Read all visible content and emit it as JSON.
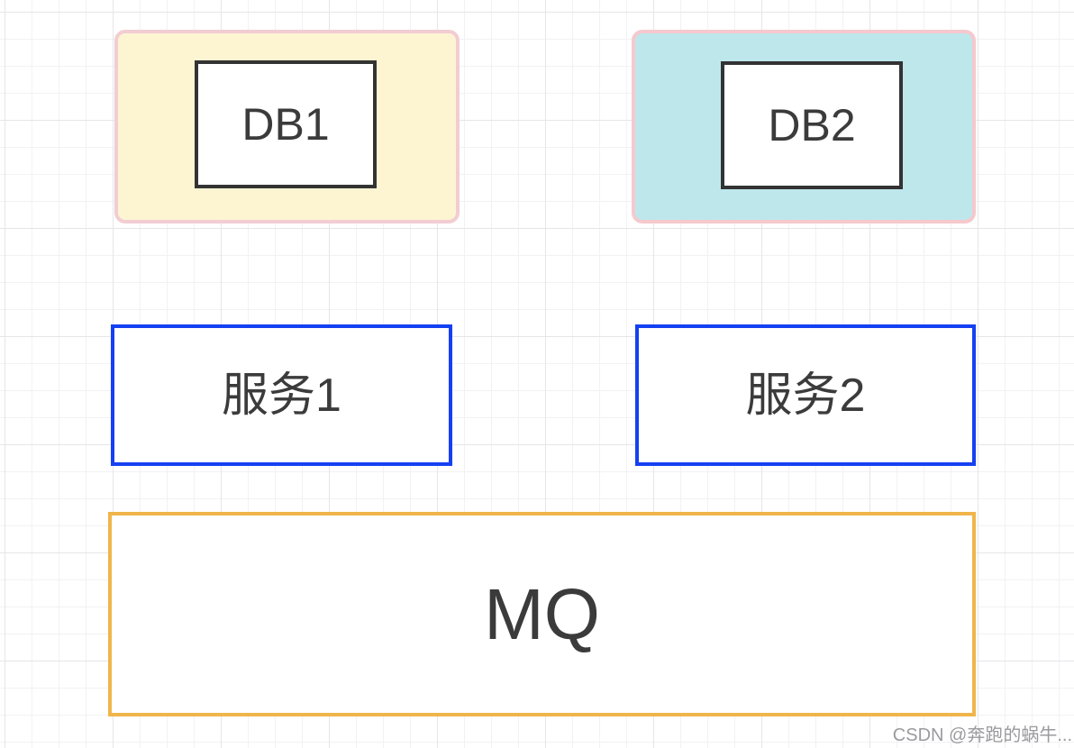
{
  "diagram": {
    "nodes": {
      "db1": {
        "label": "DB1"
      },
      "db2": {
        "label": "DB2"
      },
      "service1": {
        "label": "服务1"
      },
      "service2": {
        "label": "服务2"
      },
      "mq": {
        "label": "MQ"
      }
    },
    "colors": {
      "db1_group_fill": "#FDF5D2",
      "db1_group_border": "#F2CDD3",
      "db2_group_fill": "#BEE7EC",
      "db2_group_border": "#F5C9CD",
      "db_node_border": "#333333",
      "service_node_border": "#1540F2",
      "mq_node_border": "#F0B54A",
      "node_text": "#3B3B3B",
      "grid_minor": "#F2F2F4",
      "grid_major": "#E6E6E9",
      "canvas_background": "#FFFFFF"
    }
  },
  "watermark": {
    "text": "CSDN @奔跑的蜗牛..."
  }
}
